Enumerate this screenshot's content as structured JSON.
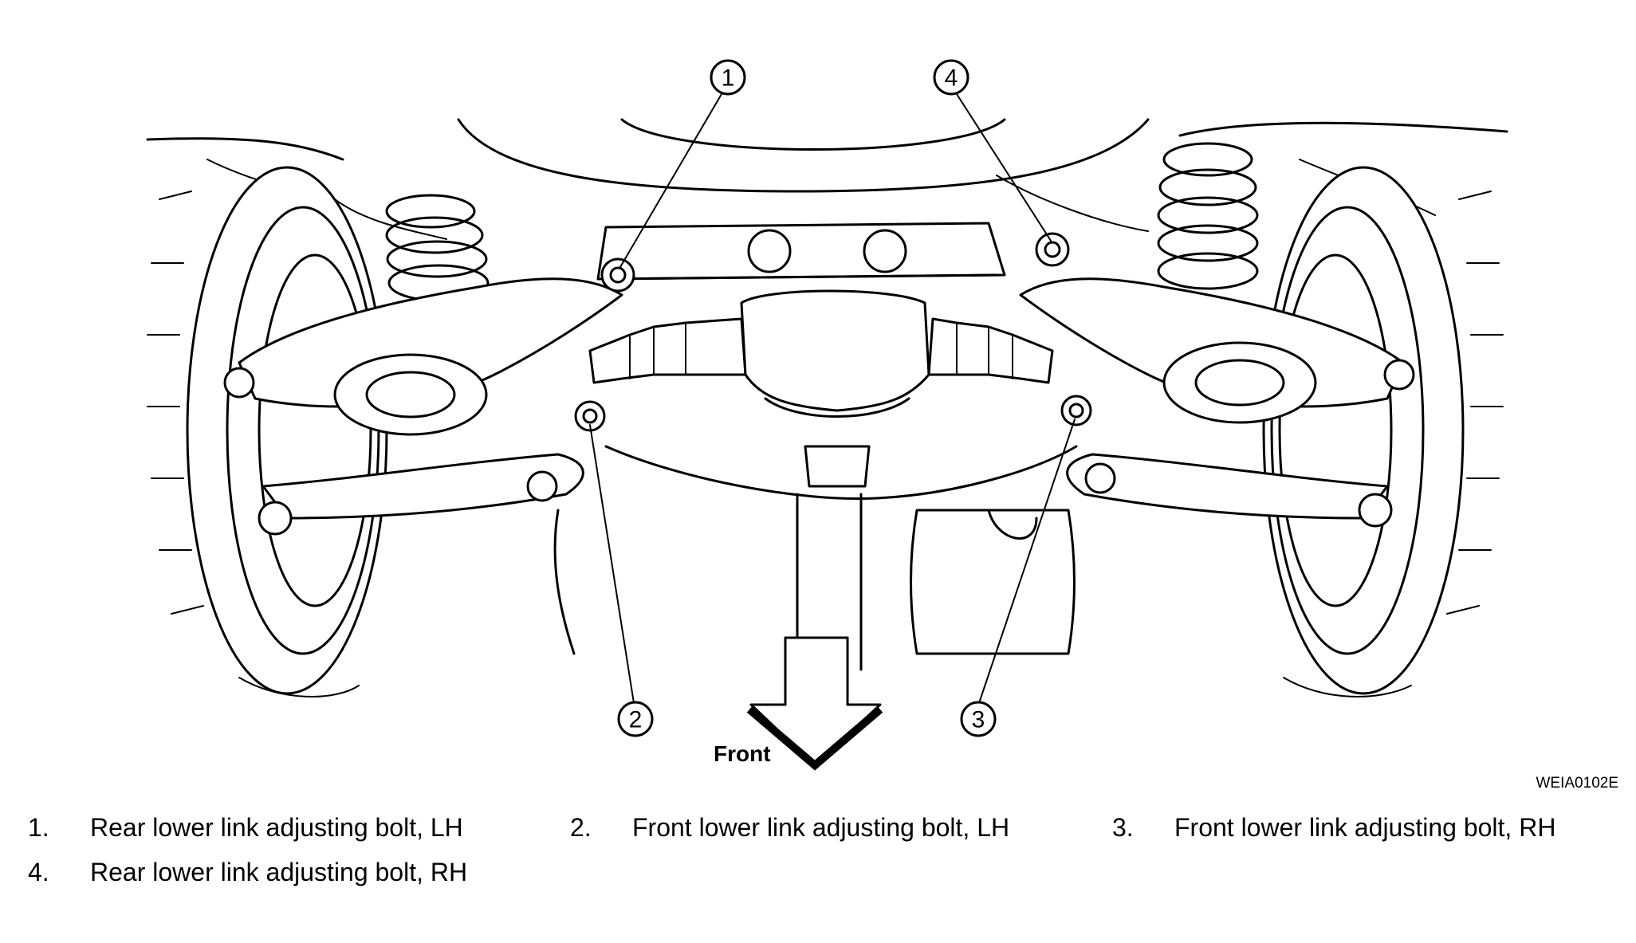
{
  "figure": {
    "code": "WEIA0102E",
    "direction_label": "Front",
    "callouts": [
      {
        "number": "1",
        "target": "rear-lower-link-bolt-lh"
      },
      {
        "number": "2",
        "target": "front-lower-link-bolt-lh"
      },
      {
        "number": "3",
        "target": "front-lower-link-bolt-rh"
      },
      {
        "number": "4",
        "target": "rear-lower-link-bolt-rh"
      }
    ]
  },
  "legend": {
    "items": [
      {
        "number": "1.",
        "label": "Rear lower link adjusting bolt, LH"
      },
      {
        "number": "2.",
        "label": "Front lower link adjusting bolt, LH"
      },
      {
        "number": "3.",
        "label": "Front lower link adjusting bolt, RH"
      },
      {
        "number": "4.",
        "label": "Rear lower link adjusting bolt, RH"
      }
    ]
  }
}
